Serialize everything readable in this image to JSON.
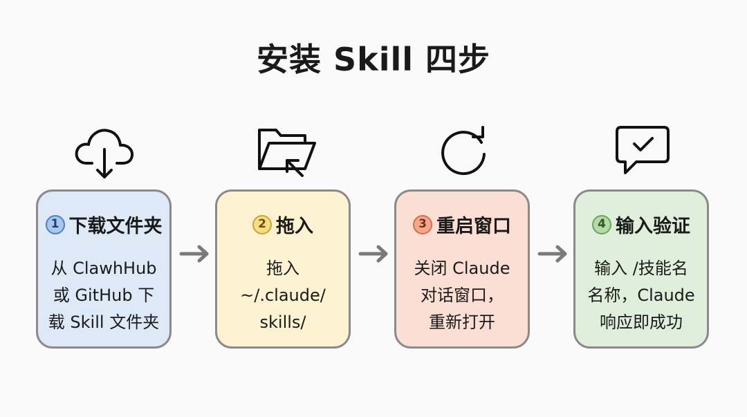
{
  "title": "安装 Skill 四步",
  "steps": [
    {
      "number": "1",
      "title": "下载文件夹",
      "body": "从 ClawhHub\n或 GitHub 下\n载 Skill 文件夹",
      "icon": "cloud-download-icon",
      "color": "#dde9f7"
    },
    {
      "number": "2",
      "title": "拖入",
      "body": "拖入\n~/.claude/\nskills/",
      "icon": "folder-arrow-icon",
      "color": "#fdf3d2"
    },
    {
      "number": "3",
      "title": "重启窗口",
      "body": "关闭 Claude\n对话窗口，\n重新打开",
      "icon": "restart-icon",
      "color": "#fbdfd5"
    },
    {
      "number": "4",
      "title": "输入验证",
      "body": "输入 /技能名\n名称，Claude\n响应即成功",
      "icon": "chat-check-icon",
      "color": "#e0efdb"
    }
  ]
}
